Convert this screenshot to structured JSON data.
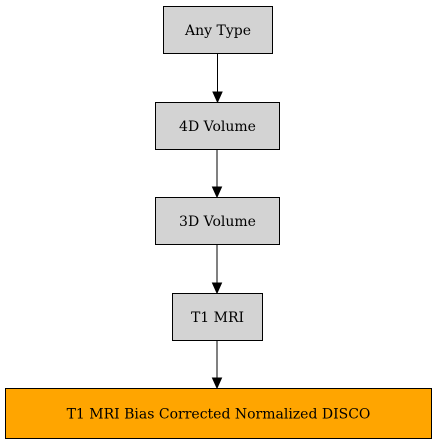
{
  "colors": {
    "default_node_fill": "#d3d3d3",
    "highlight_node_fill": "#ffa500",
    "edge": "#000000",
    "border": "#000000",
    "background": "#ffffff"
  },
  "nodes": [
    {
      "id": "any-type",
      "label": "Any Type",
      "style": "default"
    },
    {
      "id": "4d-volume",
      "label": "4D Volume",
      "style": "default"
    },
    {
      "id": "3d-volume",
      "label": "3D Volume",
      "style": "default"
    },
    {
      "id": "t1-mri",
      "label": "T1 MRI",
      "style": "default"
    },
    {
      "id": "t1-mri-bias-corrected-normalized-disco",
      "label": "T1 MRI Bias Corrected Normalized DISCO",
      "style": "highlight"
    }
  ],
  "edges": [
    {
      "from": "any-type",
      "to": "4d-volume"
    },
    {
      "from": "4d-volume",
      "to": "3d-volume"
    },
    {
      "from": "3d-volume",
      "to": "t1-mri"
    },
    {
      "from": "t1-mri",
      "to": "t1-mri-bias-corrected-normalized-disco"
    }
  ]
}
